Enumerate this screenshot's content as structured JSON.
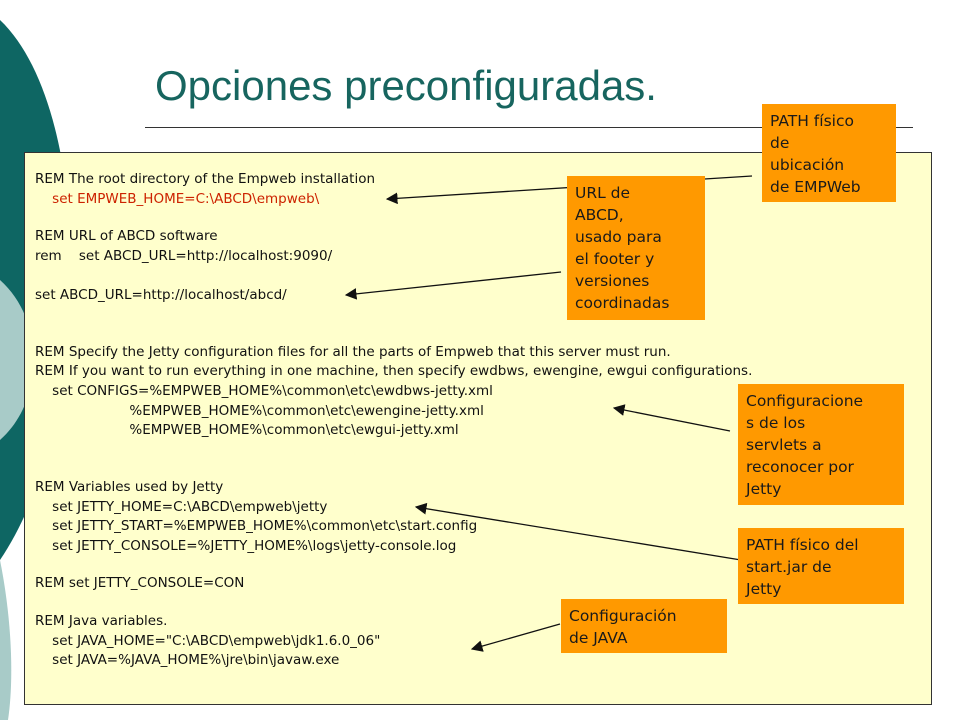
{
  "slide": {
    "title": "Opciones preconfiguradas."
  },
  "code": {
    "lines": [
      "REM The root directory of the Empweb installation",
      "    set EMPWEB_HOME=C:\\ABCD\\empweb\\",
      "REM URL of ABCD software",
      "rem    set ABCD_URL=http://localhost:9090/",
      "set ABCD_URL=http://localhost/abcd/",
      "REM Specify the Jetty configuration files for all the parts of Empweb that this server must run.",
      "REM If you want to run everything in one machine, then specify ewdbws, ewengine, ewgui configurations.",
      "    set CONFIGS=%EMPWEB_HOME%\\common\\etc\\ewdbws-jetty.xml",
      "                      %EMPWEB_HOME%\\common\\etc\\ewengine-jetty.xml",
      "                      %EMPWEB_HOME%\\common\\etc\\ewgui-jetty.xml",
      "REM Variables used by Jetty",
      "    set JETTY_HOME=C:\\ABCD\\empweb\\jetty",
      "    set JETTY_START=%EMPWEB_HOME%\\common\\etc\\start.config",
      "    set JETTY_CONSOLE=%JETTY_HOME%\\logs\\jetty-console.log",
      "REM set JETTY_CONSOLE=CON",
      "REM Java variables.",
      "    set JAVA_HOME=\"C:\\ABCD\\empweb\\jdk1.6.0_06\"",
      "    set JAVA=%JAVA_HOME%\\jre\\bin\\javaw.exe"
    ]
  },
  "callouts": {
    "path_empweb": [
      "PATH físico",
      "de",
      "ubicación",
      "de EMPWeb"
    ],
    "url_abcd": [
      "URL de",
      "ABCD,",
      "usado para",
      "el footer y",
      "versiones",
      "coordinadas"
    ],
    "servlets": [
      "Configuracione",
      "s de los",
      "servlets a",
      "reconocer por",
      "Jetty"
    ],
    "path_jetty": [
      "PATH físico del",
      "start.jar de",
      "Jetty"
    ],
    "java": [
      "Configuración",
      "de JAVA"
    ]
  },
  "colors": {
    "title": "#17655f",
    "callout_bg": "#ff9900",
    "code_bg": "#ffffcc",
    "code_highlight": "#cc2200",
    "decor_teal": "#0e6663",
    "decor_light": "#a8cbc8"
  }
}
